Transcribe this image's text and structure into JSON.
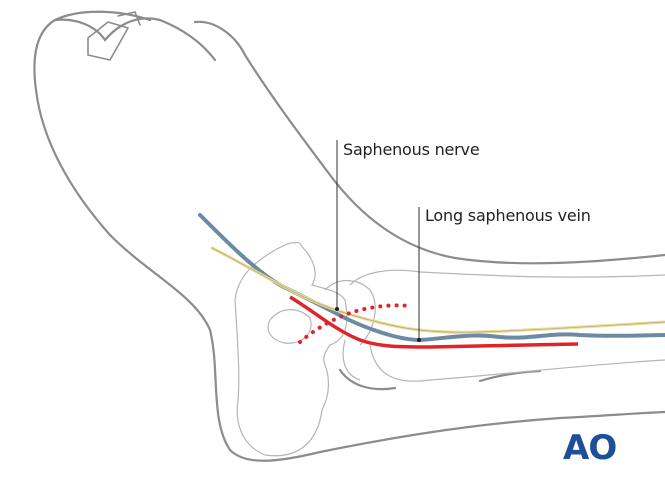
{
  "labels": {
    "nerve": "Saphenous nerve",
    "vein": "Long saphenous vein"
  },
  "logo": "AO",
  "colors": {
    "outline": "#8c8c8c",
    "bone": "#b5b5b5",
    "vein": "#6d8aa5",
    "nerve": "#e8dc9a",
    "incision": "#e0242a",
    "logo": "#1f4e9a"
  }
}
